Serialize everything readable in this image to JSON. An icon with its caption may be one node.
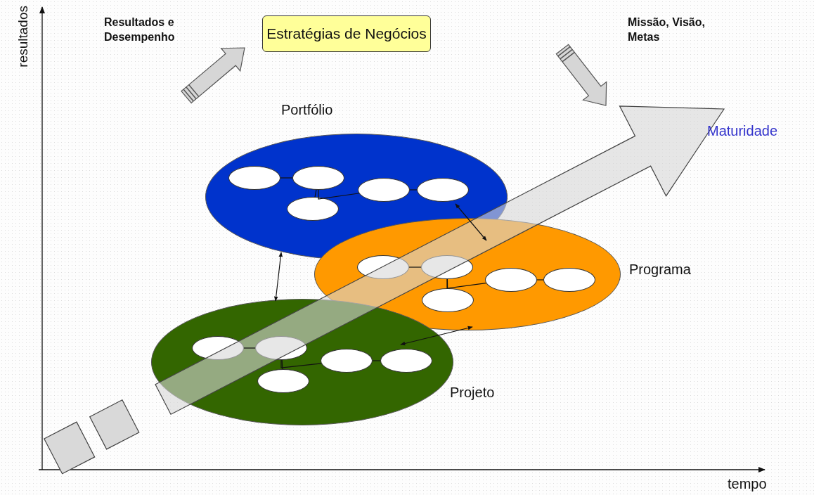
{
  "diagram": {
    "nodes": [
      {
        "text": [
          "Estratégias de Negócios"
        ]
      },
      {
        "text": [
          "Portfólio"
        ]
      },
      {
        "text": [],
        "shape": "ellipse",
        "in": 1
      },
      {
        "text": [],
        "shape": "ellipse",
        "in": 1
      },
      {
        "text": [],
        "shape": "ellipse",
        "in": 1
      },
      {
        "text": [],
        "shape": "ellipse",
        "in": 1
      },
      {
        "text": [],
        "shape": "ellipse",
        "in": 1
      },
      {
        "text": [
          "Programa"
        ]
      },
      {
        "text": [],
        "shape": "ellipse",
        "in": 7
      },
      {
        "text": [],
        "shape": "ellipse",
        "in": 7
      },
      {
        "text": [],
        "shape": "ellipse",
        "in": 7
      },
      {
        "text": [],
        "shape": "ellipse",
        "in": 7
      },
      {
        "text": [],
        "shape": "ellipse",
        "in": 7
      },
      {
        "text": [
          "Projeto"
        ]
      },
      {
        "text": [],
        "shape": "ellipse",
        "in": 13
      },
      {
        "text": [],
        "shape": "ellipse",
        "in": 13
      },
      {
        "text": [],
        "shape": "ellipse",
        "in": 13
      },
      {
        "text": [],
        "shape": "ellipse",
        "in": 13
      },
      {
        "text": [],
        "shape": "ellipse",
        "in": 13
      }
    ],
    "edges": [
      {
        "from": 2,
        "to": 3,
        "arrow": "none"
      },
      {
        "from": 3,
        "to": 6,
        "arrow": "none"
      },
      {
        "from": 3,
        "to": 4,
        "arrow": "none"
      },
      {
        "from": 4,
        "to": 5,
        "arrow": "none"
      },
      {
        "from": 8,
        "to": 9,
        "arrow": "none"
      },
      {
        "from": 9,
        "to": 12,
        "arrow": "none"
      },
      {
        "from": 9,
        "to": 10,
        "arrow": "none"
      },
      {
        "from": 10,
        "to": 11,
        "arrow": "none"
      },
      {
        "from": 14,
        "to": 15,
        "arrow": "none"
      },
      {
        "from": 15,
        "to": 18,
        "arrow": "none"
      },
      {
        "from": 15,
        "to": 16,
        "arrow": "none"
      },
      {
        "from": 16,
        "to": 17,
        "arrow": "none"
      },
      {
        "from": 13,
        "to": 1,
        "arrow": "both"
      },
      {
        "from": 1,
        "to": 7,
        "arrow": "both"
      },
      {
        "from": 7,
        "to": 13,
        "arrow": "both"
      }
    ],
    "labels": [
      "resultados",
      "Resultados e Desempenho",
      "Missão, Visão, Metas",
      "Maturidade",
      "tempo"
    ]
  }
}
